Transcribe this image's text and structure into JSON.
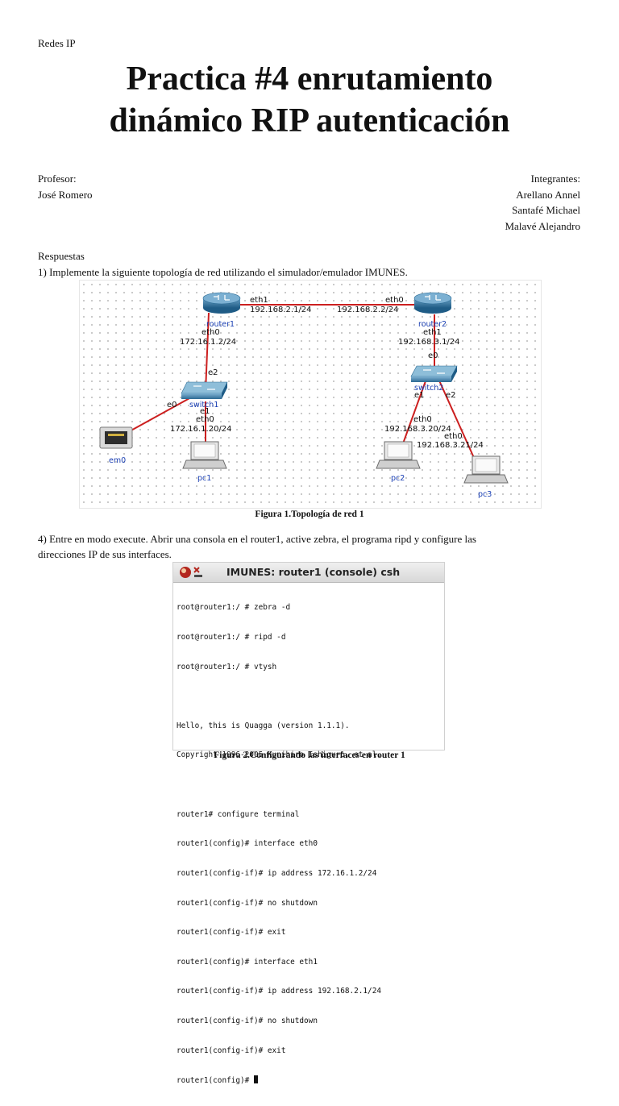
{
  "header": {
    "course": "Redes IP"
  },
  "title": {
    "line1": "Practica #4 enrutamiento",
    "line2": "dinámico RIP autenticación"
  },
  "profesor": {
    "label": "Profesor:",
    "name": "José Romero"
  },
  "integrantes": {
    "label": "Integrantes:",
    "members": [
      "Arellano Annel",
      "Santafé Michael",
      "Malavé Alejandro"
    ]
  },
  "respuestas": {
    "heading": "Respuestas",
    "q1": "1) Implemente la siguiente topología de red utilizando el simulador/emulador IMUNES.",
    "q4_line1": "4) Entre en modo execute. Abrir una consola en el router1, active zebra, el programa ripd y configure las",
    "q4_line2": "direcciones IP de sus interfaces."
  },
  "figure1": {
    "caption": "Figura 1.Topología de red 1",
    "nodes": {
      "router1": "router1",
      "router2": "router2",
      "switch1": "switch1",
      "switch2": "switch2",
      "em0": "em0",
      "pc1": "pc1",
      "pc2": "pc2",
      "pc3": "pc3"
    },
    "labels": {
      "r1_eth1": "eth1",
      "r1_eth1_ip": "192.168.2.1/24",
      "r2_eth0": "eth0",
      "r2_eth0_ip": "192.168.2.2/24",
      "r1_eth0": "eth0",
      "r1_eth0_ip": "172.16.1.2/24",
      "r2_eth1": "eth1",
      "r2_eth1_ip": "192.168.3.1/24",
      "sw1_e2": "e2",
      "sw1_e0": "e0",
      "sw1_e1": "e1",
      "pc1_eth0": "eth0",
      "pc1_ip": "172.16.1.20/24",
      "sw2_e0": "e0",
      "sw2_e1": "e1",
      "sw2_e2": "e2",
      "pc2_eth0": "eth0",
      "pc2_ip": "192.168.3.20/24",
      "pc3_eth0": "eth0",
      "pc3_ip": "192.168.3.21/24"
    }
  },
  "figure2": {
    "caption": "Figura 2.Configurando las interfaces en router 1",
    "window_title": "IMUNES: router1 (console) csh",
    "lines": [
      "root@router1:/ # zebra -d",
      "root@router1:/ # ripd -d",
      "root@router1:/ # vtysh",
      "",
      "Hello, this is Quagga (version 1.1.1).",
      "Copyright 1996-2005 Kunihiro Ishiguro, et al.",
      "",
      "router1# configure terminal",
      "router1(config)# interface eth0",
      "router1(config-if)# ip address 172.16.1.2/24",
      "router1(config-if)# no shutdown",
      "router1(config-if)# exit",
      "router1(config)# interface eth1",
      "router1(config-if)# ip address 192.168.2.1/24",
      "router1(config-if)# no shutdown",
      "router1(config-if)# exit",
      "router1(config)# "
    ]
  }
}
